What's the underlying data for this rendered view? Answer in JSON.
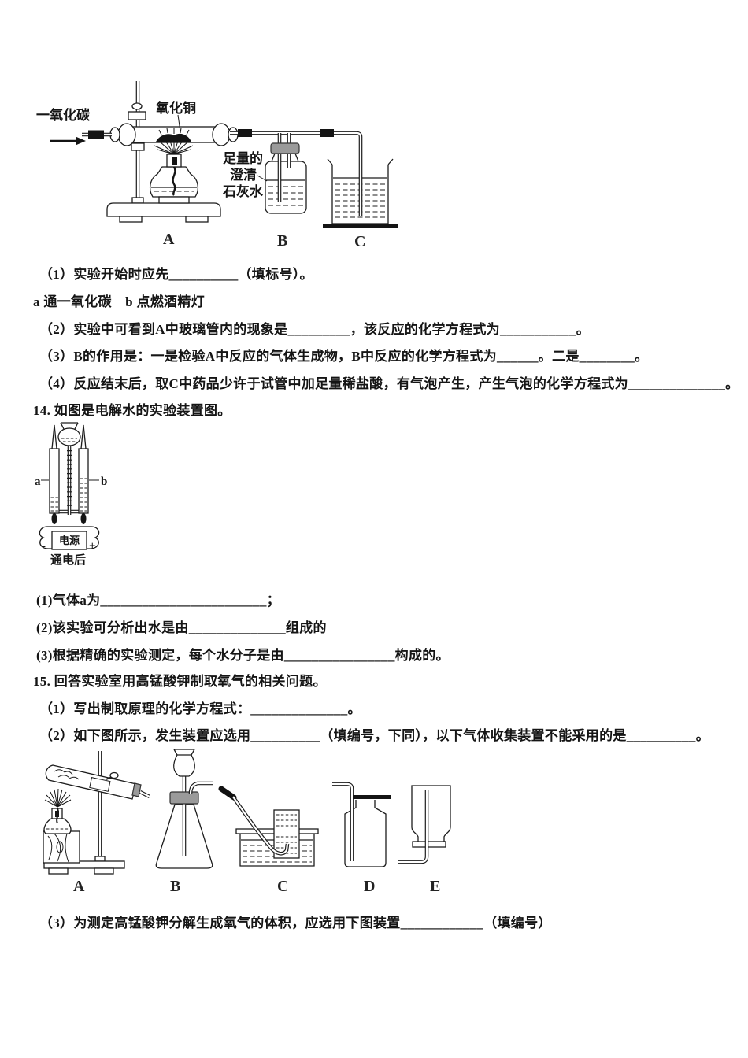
{
  "q13": {
    "diagram": {
      "gas_label": "一氧化碳",
      "solid_label": "氧化铜",
      "reagent_lines": [
        "足量的",
        "澄清",
        "石灰水"
      ],
      "labels": {
        "a": "A",
        "b": "B",
        "c": "C"
      }
    },
    "sub1": "（1）实验开始时应先__________（填标号）。",
    "choices": "a 通一氧化碳　b 点燃酒精灯",
    "sub2": "（2）实验中可看到A中玻璃管内的现象是_________，该反应的化学方程式为___________。",
    "sub3": "（3）B的作用是：一是检验A中反应的气体生成物，B中反应的化学方程式为______。二是________。",
    "sub4": "（4）反应结末后，取C中药品少许于试管中加足量稀盐酸，有气泡产生，产生气泡的化学方程式为______________。"
  },
  "q14": {
    "stem": "14. 如图是电解水的实验装置图。",
    "diagram": {
      "label_a": "a",
      "label_b": "b",
      "power": "电源",
      "minus": "-",
      "plus": "+",
      "caption": "通电后"
    },
    "sub1": "(1)气体a为________________________；",
    "sub2": "(2)该实验可分析出水是由______________组成的",
    "sub3": "(3)根据精确的实验测定，每个水分子是由________________构成的。"
  },
  "q15": {
    "stem": "15. 回答实验室用高锰酸钾制取氧气的相关问题。",
    "sub1": "（1）写出制取原理的化学方程式：______________。",
    "sub2": "（2）如下图所示，发生装置应选用__________（填编号，下同），以下气体收集装置不能采用的是__________。",
    "diagram": {
      "labels": [
        "A",
        "B",
        "C",
        "D",
        "E"
      ]
    },
    "sub3": "（3）为测定高锰酸钾分解生成氧气的体积，应选用下图装置____________（填编号）"
  }
}
